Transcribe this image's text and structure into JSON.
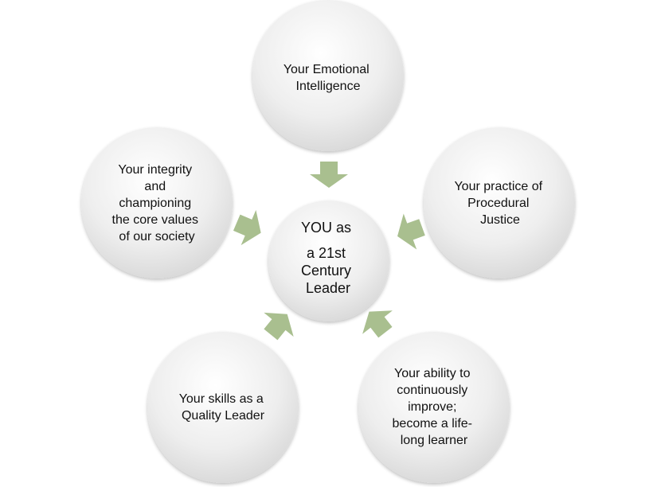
{
  "diagram": {
    "center": {
      "lines": [
        "YOU as",
        "a 21st",
        "Century",
        "Leader"
      ]
    },
    "nodes": [
      {
        "id": "emotional-intelligence",
        "lines": [
          "Your Emotional",
          "Intelligence"
        ]
      },
      {
        "id": "procedural-justice",
        "lines": [
          "Your practice of",
          "Procedural",
          "Justice"
        ]
      },
      {
        "id": "continuous-improvement",
        "lines": [
          "Your ability to",
          "continuously",
          "improve;",
          "become a life-",
          "long learner"
        ]
      },
      {
        "id": "quality-leader",
        "lines": [
          "Your skills as a",
          "Quality Leader"
        ]
      },
      {
        "id": "integrity",
        "lines": [
          "Your integrity",
          "and",
          "championing",
          "the core values",
          "of our society"
        ]
      }
    ],
    "colors": {
      "arrow": "#a9bf8f",
      "circle_light": "#ffffff",
      "circle_dark": "#d9d9d9"
    }
  }
}
